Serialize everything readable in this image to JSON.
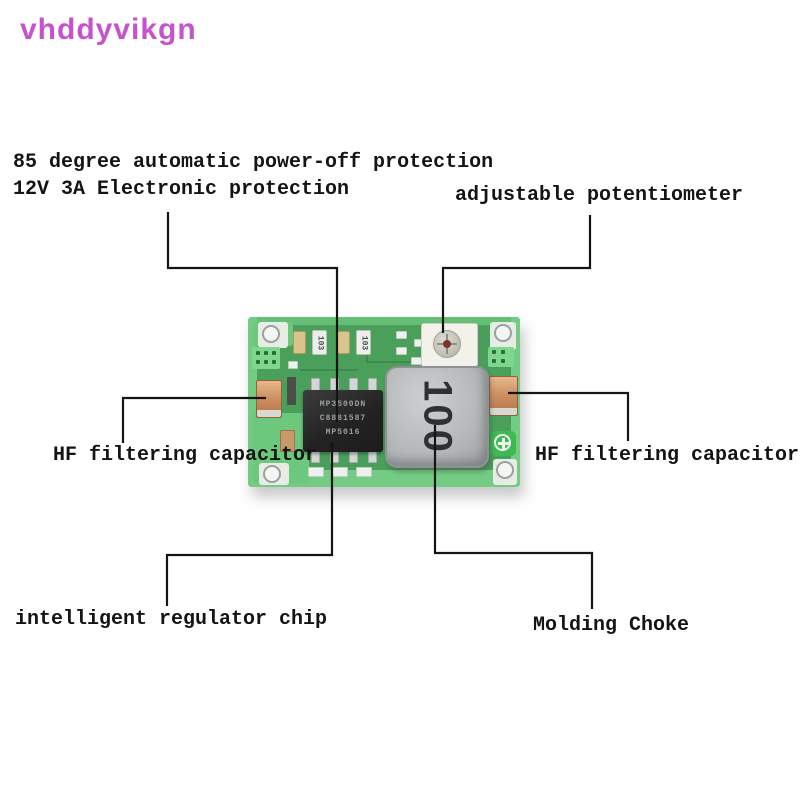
{
  "watermark": {
    "text": "vhddyvikgn",
    "color": "#c653cb"
  },
  "annotations": {
    "protection": {
      "line1": "85 degree automatic power-off protection",
      "line2": "12V 3A Electronic protection"
    },
    "potentiometer": {
      "label": "adjustable potentiometer"
    },
    "hf_capacitor_left": {
      "label": "HF filtering capacitor"
    },
    "hf_capacitor_right": {
      "label": "HF filtering capacitor"
    },
    "regulator_chip": {
      "label": "intelligent regulator chip"
    },
    "molding_choke": {
      "label": "Molding Choke"
    }
  },
  "board": {
    "chip": {
      "marking_line1": "MP3500DN",
      "marking_line2": "C8881587",
      "marking_line3": "MP5016"
    },
    "inductor": {
      "marking": "100"
    },
    "resistor": {
      "marking": "103"
    },
    "colors": {
      "pcb_green": "#4aa05b",
      "pcb_light_green": "#74cc84",
      "inductor_gray": "#b6babb",
      "capacitor_orange": "#cd9163",
      "chip_black": "#232323",
      "callout_line": "#141414",
      "watermark_magenta": "#c653cb"
    }
  }
}
